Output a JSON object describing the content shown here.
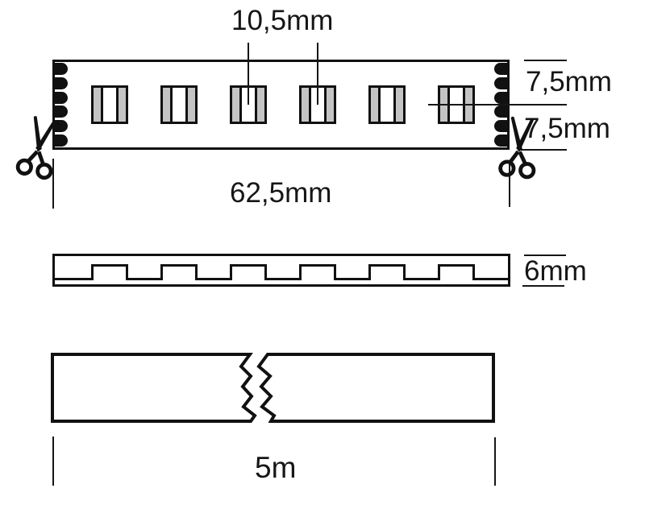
{
  "labels": {
    "pitch": "10,5mm",
    "half_width_top": "7,5mm",
    "half_width_bottom": "7,5mm",
    "cut_segment_length": "62,5mm",
    "profile_height": "6mm",
    "total_length": "5m"
  },
  "icons": {
    "cut_left": "scissors-icon",
    "cut_right": "scissors-icon"
  },
  "colors": {
    "line": "#111111",
    "chip_contact_gray": "#c4c4c4",
    "solder_pad_black": "#111111",
    "background": "#ffffff"
  },
  "counts": {
    "leds_top_view": 6,
    "solder_pads_per_side": 6,
    "led_bumps_side_view": 6
  }
}
